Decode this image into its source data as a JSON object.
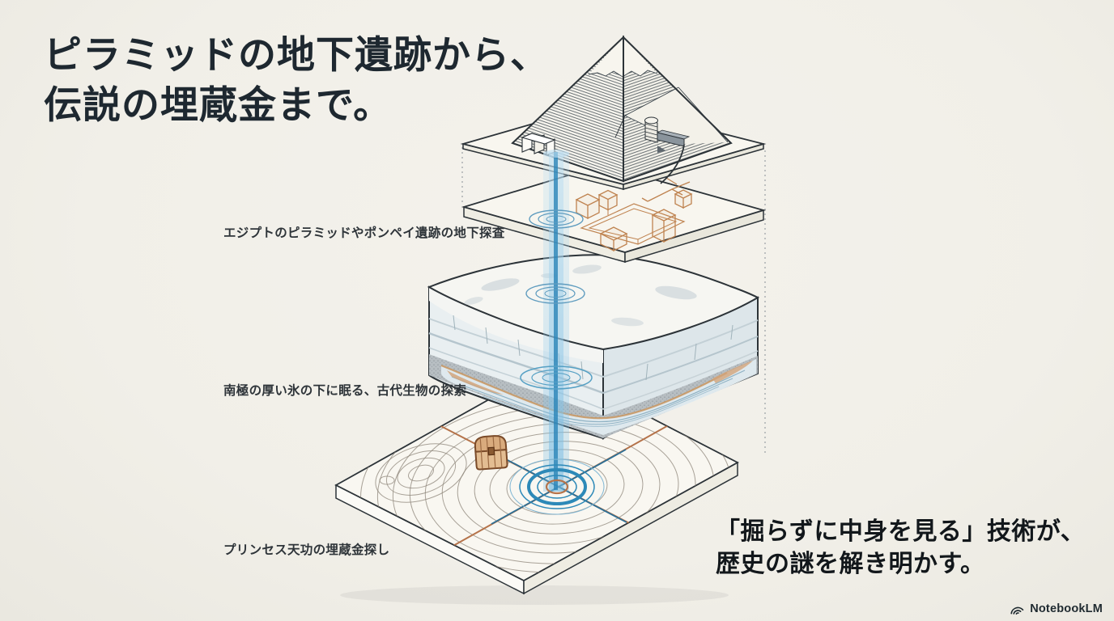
{
  "title": {
    "lines": [
      "ピラミッドの地下遺跡から、",
      "伝説の埋蔵金まで。"
    ]
  },
  "layer_labels": [
    "エジプトのピラミッドやポンペイ遺跡の地下探査",
    "南極の厚い氷の下に眠る、古代生物の探索",
    "プリンセス天功の埋蔵金探し"
  ],
  "tagline": {
    "lines": [
      "「掘らずに中身を見る」技術が、",
      "歴史の謎を解き明かす。"
    ]
  },
  "footer": {
    "brand": "NotebookLM",
    "logo_icon": "notebooklm-arcs-icon"
  },
  "diagram": {
    "scene": "layered isometric cutaway: pyramid cross-section over buried ruins slab, antarctic ice slab with subglacial lake, and treasure map slab, all pierced by one vertical scanning beam",
    "elements": [
      "pyramid-cross-section",
      "scanner-device",
      "scan-beam",
      "ripple-rings",
      "ruins-wireframe-slab",
      "ice-slab",
      "subglacial-lake",
      "sediment-band",
      "topographic-map-slab",
      "treasure-chest",
      "crosshair-lines",
      "target-rings",
      "dashed-guide-lines"
    ],
    "colors": {
      "background": "#f1efe8",
      "ink": "#2c3338",
      "text_dark": "#1e2830",
      "beam": "#7fc0e4",
      "beam_core": "#2a85b8",
      "ruins_orange": "#bf8350",
      "crosshair_orange": "#b5734a",
      "target_blue": "#2d89b8",
      "ice_strata": "#b5c5cd",
      "sediment_tan": "#c9955e",
      "gravel_gray": "#b7bec2"
    }
  }
}
